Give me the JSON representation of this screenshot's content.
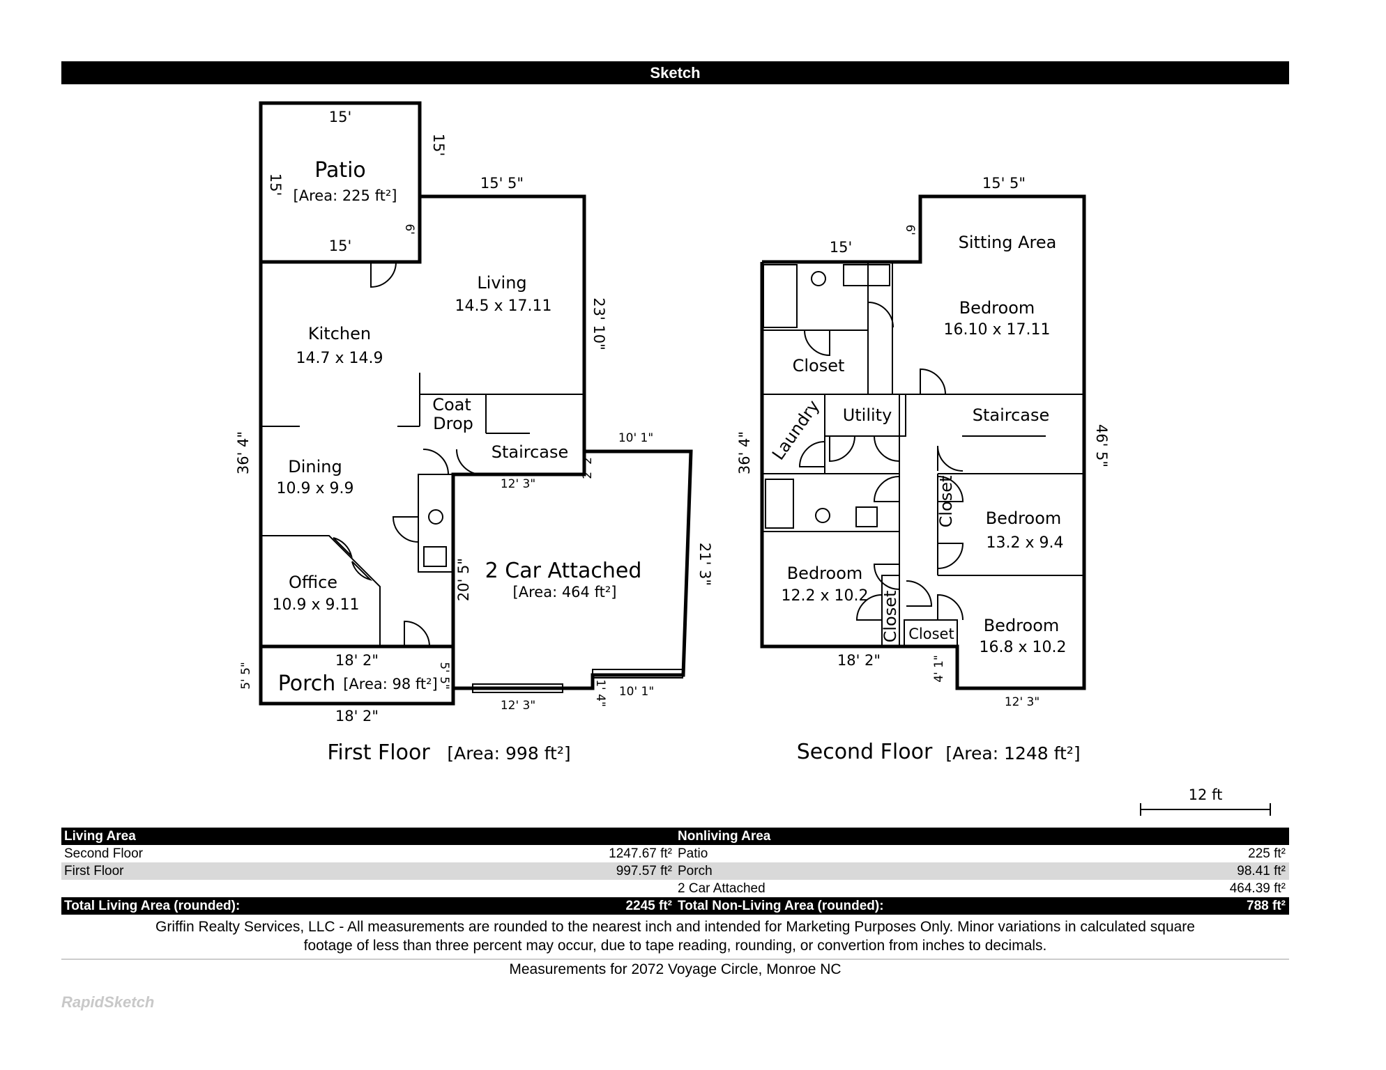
{
  "header": {
    "title": "Sketch"
  },
  "first_floor": {
    "title": "First Floor",
    "area": "[Area: 998 ft²]",
    "dims": {
      "patio_top": "15'",
      "patio_right": "15'",
      "patio_left": "15'",
      "patio_bottom": "15'",
      "patio_step": "6'",
      "living_top": "15' 5\"",
      "living_right": "23' 10\"",
      "left_wall": "36' 4\"",
      "garage_top": "10' 1\"",
      "garage_step": "2' 2\"",
      "garage_inner": "12' 3\"",
      "garage_right": "21' 3\"",
      "garage_left": "20' 5\"",
      "garage_bottom_left": "12' 3\"",
      "garage_bottom_right": "10' 1\"",
      "garage_bottom_step": "1' 4\"",
      "porch_top": "18' 2\"",
      "porch_left": "5' 5\"",
      "porch_right": "5' 5\"",
      "porch_bottom": "18' 2\""
    },
    "rooms": {
      "patio_name": "Patio",
      "patio_area": "[Area: 225 ft²]",
      "living_name": "Living",
      "living_size": "14.5 x 17.11",
      "kitchen_name": "Kitchen",
      "kitchen_size": "14.7 x 14.9",
      "coat_name_1": "Coat",
      "coat_name_2": "Drop",
      "staircase_name": "Staircase",
      "dining_name": "Dining",
      "dining_size": "10.9 x 9.9",
      "office_name": "Office",
      "office_size": "10.9 x 9.11",
      "garage_name": "2 Car Attached",
      "garage_area": "[Area: 464 ft²]",
      "porch_name": "Porch",
      "porch_area": "[Area: 98 ft²]"
    }
  },
  "second_floor": {
    "title": "Second Floor",
    "area": "[Area: 1248 ft²]",
    "dims": {
      "top": "15' 5\"",
      "left_top": "15'",
      "step": "6'",
      "left_wall": "36' 4\"",
      "right_wall": "46' 5\"",
      "bottom_left": "18' 2\"",
      "bottom_step": "4' 1\"",
      "bottom_right": "12' 3\""
    },
    "rooms": {
      "sitting_name": "Sitting Area",
      "bed1_name": "Bedroom",
      "bed1_size": "16.10 x 17.11",
      "closet1_name": "Closet",
      "laundry_name": "Laundry",
      "utility_name": "Utility",
      "staircase_name": "Staircase",
      "closet2_name": "Closet",
      "bed2_name": "Bedroom",
      "bed2_size": "13.2 x 9.4",
      "bed3_name": "Bedroom",
      "bed3_size": "12.2 x 10.2",
      "closet3_name": "Closet",
      "closet4_name": "Closet",
      "bed4_name": "Bedroom",
      "bed4_size": "16.8 x 10.2"
    }
  },
  "scale": {
    "label": "12 ft"
  },
  "area_table": {
    "living_header": "Living Area",
    "nonliving_header": "Nonliving Area",
    "rows": [
      {
        "left_label": "Second Floor",
        "left_value": "1247.67 ft²",
        "right_label": "Patio",
        "right_value": "225 ft²"
      },
      {
        "left_label": "First Floor",
        "left_value": "997.57 ft²",
        "right_label": "Porch",
        "right_value": "98.41 ft²"
      },
      {
        "left_label": "",
        "left_value": "",
        "right_label": "2 Car Attached",
        "right_value": "464.39 ft²"
      }
    ],
    "total_living_label": "Total Living Area (rounded):",
    "total_living_value": "2245 ft²",
    "total_nonliving_label": "Total Non-Living Area (rounded):",
    "total_nonliving_value": "788 ft²"
  },
  "disclaimer": {
    "line1": "Griffin Realty Services, LLC - All measurements are rounded to the nearest inch and intended for Marketing Purposes Only. Minor variations in calculated square",
    "line2": "footage of less than three percent may occur, due to tape reading, rounding, or convertion from inches to decimals."
  },
  "address": "Measurements for 2072 Voyage Circle, Monroe NC",
  "logo": "RapidSketch"
}
